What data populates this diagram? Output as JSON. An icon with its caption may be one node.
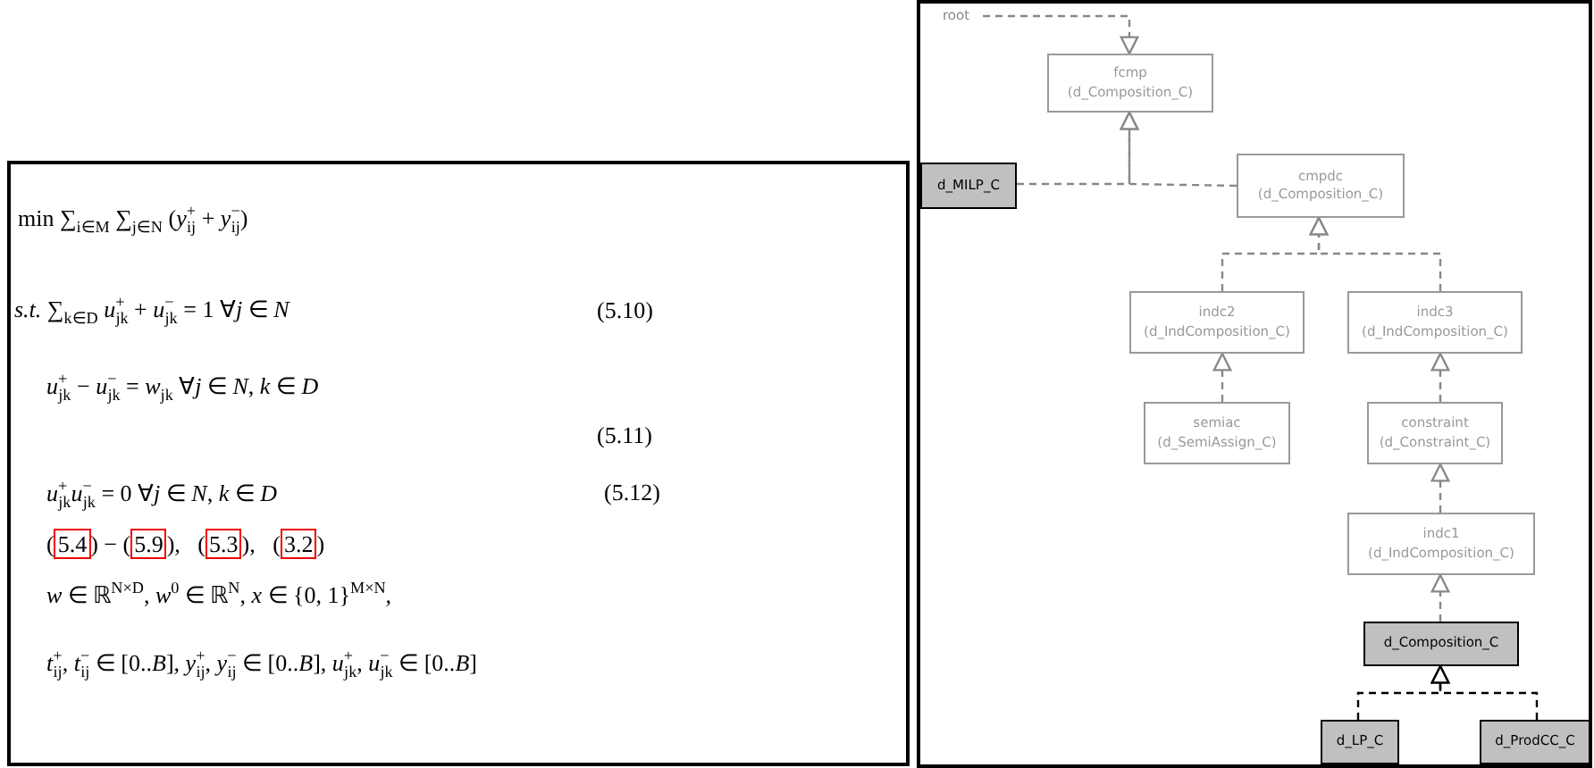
{
  "diagram": {
    "nodes": [
      {
        "text": [
          "root"
        ]
      },
      {
        "text": [
          "fcmp",
          "(d_Composition_C)"
        ]
      },
      {
        "text": [
          "d_MILP_C"
        ]
      },
      {
        "text": [
          "cmpdc",
          "(d_Composition_C)"
        ]
      },
      {
        "text": [
          "indc2",
          "(d_IndComposition_C)"
        ]
      },
      {
        "text": [
          "indc3",
          "(d_IndComposition_C)"
        ]
      },
      {
        "text": [
          "semiac",
          "(d_SemiAssign_C)"
        ]
      },
      {
        "text": [
          "constraint",
          "(d_Constraint_C)"
        ]
      },
      {
        "text": [
          "indc1",
          "(d_IndComposition_C)"
        ]
      },
      {
        "text": [
          "d_Composition_C"
        ]
      },
      {
        "text": [
          "d_LP_C"
        ]
      },
      {
        "text": [
          "d_ProdCC_C"
        ]
      }
    ],
    "edges": [
      {
        "from": 0,
        "to": 1,
        "arrow": "to",
        "style": "dashed"
      },
      {
        "from": 3,
        "to": 1,
        "arrow": "to",
        "style": "dashed"
      },
      {
        "from": 2,
        "to": 1,
        "arrow": "to",
        "style": "dashed"
      },
      {
        "from": 4,
        "to": 3,
        "arrow": "to",
        "style": "dashed"
      },
      {
        "from": 5,
        "to": 3,
        "arrow": "to",
        "style": "dashed"
      },
      {
        "from": 6,
        "to": 4,
        "arrow": "to",
        "style": "dashed"
      },
      {
        "from": 7,
        "to": 5,
        "arrow": "to",
        "style": "dashed"
      },
      {
        "from": 8,
        "to": 7,
        "arrow": "to",
        "style": "dashed"
      },
      {
        "from": 9,
        "to": 8,
        "arrow": "to",
        "style": "dashed"
      },
      {
        "from": 10,
        "to": 9,
        "arrow": "to",
        "style": "dashed",
        "color": "#000000"
      },
      {
        "from": 11,
        "to": 9,
        "arrow": "to",
        "style": "dashed",
        "color": "#000000"
      }
    ],
    "labels": [
      "min ∑$_{i∈M}$ ∑$_{j∈N}$ (*y*$^{+}$$_{ij}$ + *y*$^{−}$$_{ij}$)",
      "*s.t.* ∑$_{k∈D}$ *u*$^{+}$$_{jk}$ + *u*$^{−}$$_{jk}$ = 1   ∀*j* ∈ *N*",
      "(5.10)",
      "*u*$^{+}$$_{jk}$ − *u*$^{−}$$_{jk}$ = *w*$_{jk}$   ∀*j* ∈ *N*, *k* ∈ *D*",
      "(5.11)",
      "*u*$^{+}$$_{jk}$*u*$^{−}$$_{jk}$ = 0   ∀*j* ∈ *N*, *k* ∈ *D*",
      "(5.12)",
      "(5.4) − (5.9),   (5.3),   (3.2)",
      "*w* ∈ ℝ$^{N×D}$,   *w*$^{0}$ ∈ ℝ$^{N}$,   *x* ∈ {0, 1}$^{M×N}$,",
      "*t*$^{+}$$_{ij}$, *t*$^{−}$$_{ij}$ ∈ [0..*B*],   *y*$^{+}$$_{ij}$, *y*$^{−}$$_{ij}$ ∈ [0..*B*],   *u*$^{+}$$_{jk}$, *u*$^{−}$$_{jk}$ ∈ [0..*B*]"
    ]
  }
}
